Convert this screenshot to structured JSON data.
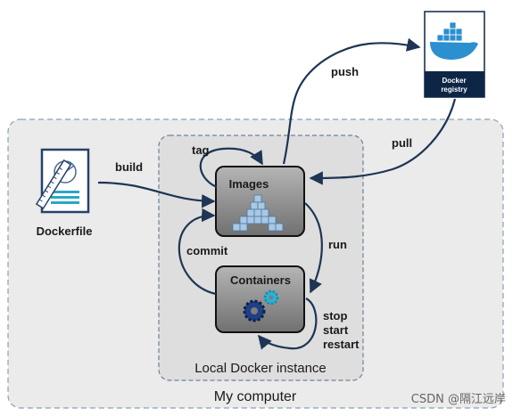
{
  "outer": {
    "label": "My computer"
  },
  "inner": {
    "label": "Local Docker instance"
  },
  "dockerfile": {
    "label": "Dockerfile"
  },
  "images": {
    "label": "Images"
  },
  "containers": {
    "label": "Containers"
  },
  "registry": {
    "line1": "Docker",
    "line2": "registry"
  },
  "edges": {
    "build": "build",
    "tag": "tag",
    "push": "push",
    "pull": "pull",
    "run": "run",
    "commit": "commit",
    "stop": "stop",
    "start": "start",
    "restart": "restart"
  },
  "watermark": "CSDN @隔江远岸",
  "colors": {
    "arrow": "#1e3554",
    "box_fill": "#8a8a8a",
    "registry_fill": "#0e2646",
    "whale": "#2b8fd0",
    "cube": "#a9c8e3"
  }
}
